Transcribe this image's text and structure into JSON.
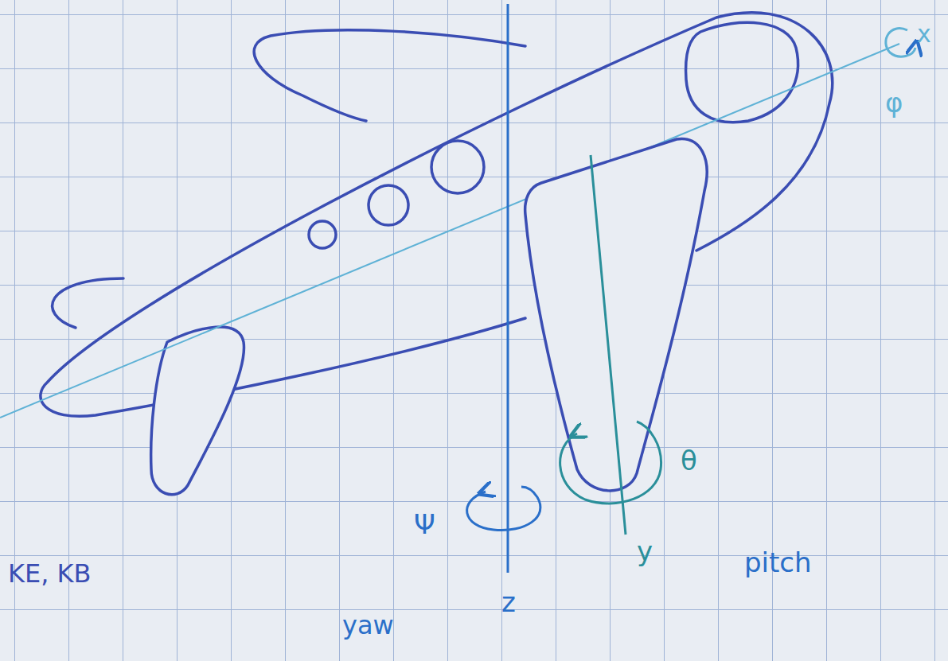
{
  "diagram": {
    "labels": [
      "x",
      "φ",
      "Ψ",
      "z",
      "yaw",
      "y",
      "θ",
      "pitch",
      "KE, KB"
    ]
  }
}
